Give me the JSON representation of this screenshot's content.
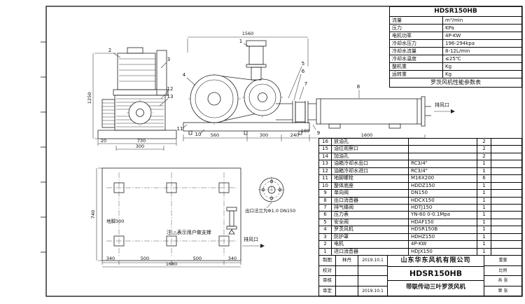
{
  "spec_table": {
    "title": "HDSR150HB",
    "rows": [
      {
        "label": "流量",
        "value": "m³/min"
      },
      {
        "label": "压力",
        "value": "KPa"
      },
      {
        "label": "电机功率",
        "value": "4P-KW"
      },
      {
        "label": "冷却水压力",
        "value": "196-294kpa"
      },
      {
        "label": "冷却水流量",
        "value": "8-12L/min"
      },
      {
        "label": "冷却水温度",
        "value": "≤25℃"
      },
      {
        "label": "整机重",
        "value": "Kg"
      },
      {
        "label": "运转重",
        "value": "Kg"
      }
    ],
    "footer": "罗茨风机性能参数表"
  },
  "parts_table": {
    "rows": [
      {
        "num": "16",
        "name": "放油孔",
        "spec": "",
        "qty": "2",
        "note": ""
      },
      {
        "num": "15",
        "name": "油位观察口",
        "spec": "",
        "qty": "2",
        "note": ""
      },
      {
        "num": "14",
        "name": "加油孔",
        "spec": "",
        "qty": "2",
        "note": ""
      },
      {
        "num": "13",
        "name": "油箱冷却水出口",
        "spec": "RC3/4\"",
        "qty": "1",
        "note": ""
      },
      {
        "num": "12",
        "name": "油箱冷却水进口",
        "spec": "RC3/4\"",
        "qty": "1",
        "note": ""
      },
      {
        "num": "11",
        "name": "地脚螺栓",
        "spec": "M16X200",
        "qty": "6",
        "note": ""
      },
      {
        "num": "10",
        "name": "整体底座",
        "spec": "HDDZ150",
        "qty": "1",
        "note": ""
      },
      {
        "num": "9",
        "name": "单向阀",
        "spec": "DN150",
        "qty": "1",
        "note": ""
      },
      {
        "num": "8",
        "name": "出口消音器",
        "spec": "HDCX150",
        "qty": "1",
        "note": ""
      },
      {
        "num": "7",
        "name": "排气蝶阀",
        "spec": "HDTJ150",
        "qty": "1",
        "note": ""
      },
      {
        "num": "6",
        "name": "压力表",
        "spec": "YN-60 0-0.1Mpa",
        "qty": "1",
        "note": ""
      },
      {
        "num": "5",
        "name": "安全阀",
        "spec": "HDAF150",
        "qty": "1",
        "note": ""
      },
      {
        "num": "4",
        "name": "罗茨风机",
        "spec": "HDSR150B",
        "qty": "1",
        "note": ""
      },
      {
        "num": "3",
        "name": "防护罩",
        "spec": "HDHZ150",
        "qty": "1",
        "note": ""
      },
      {
        "num": "2",
        "name": "电机",
        "spec": "4P-KW",
        "qty": "1",
        "note": ""
      },
      {
        "num": "1",
        "name": "进口消音器",
        "spec": "HDJX150",
        "qty": "1",
        "note": ""
      }
    ]
  },
  "title_block": {
    "company": "山东华东风机有限公司",
    "model": "HDSR150HB",
    "product": "带联传动三叶罗茨风机",
    "sign_rows": [
      {
        "label": "制图",
        "name": "林丹",
        "date": "2019.10.1"
      },
      {
        "label": "校对",
        "name": "",
        "date": ""
      },
      {
        "label": "审核",
        "name": "",
        "date": ""
      },
      {
        "label": "审定",
        "name": "",
        "date": "2019.10.1"
      }
    ],
    "info_cells": [
      "重量",
      "比例",
      "共 张",
      "第 张"
    ]
  },
  "drawing": {
    "dims": {
      "front_height": "1250",
      "front_offset": "20",
      "front_width": "730",
      "front_inner": "300",
      "side_length": "1560",
      "base_seg1": "560",
      "base_seg2": "300",
      "base_seg3": "240",
      "gap": "180",
      "silencer_length": "1600",
      "plan_seg1": "340",
      "plan_seg2": "500",
      "plan_seg3": "500",
      "plan_seg4": "340",
      "plan_total": "1680",
      "plan_height": "740",
      "anchor_depth": "地脚300"
    },
    "labels": {
      "outlet_side": "排风口",
      "outlet_plan": "排风口",
      "flange_note": "出口法兰为Φ1.0 DN150",
      "support_note": "注:△表示用户做支撑"
    },
    "callouts": {
      "c1": "1",
      "c2": "2",
      "c3": "3",
      "c4": "4",
      "c5": "5",
      "c6": "6",
      "c7": "7",
      "c8": "8",
      "c9": "9",
      "c10": "10",
      "c11": "11",
      "c12": "12",
      "c13": "13"
    }
  }
}
